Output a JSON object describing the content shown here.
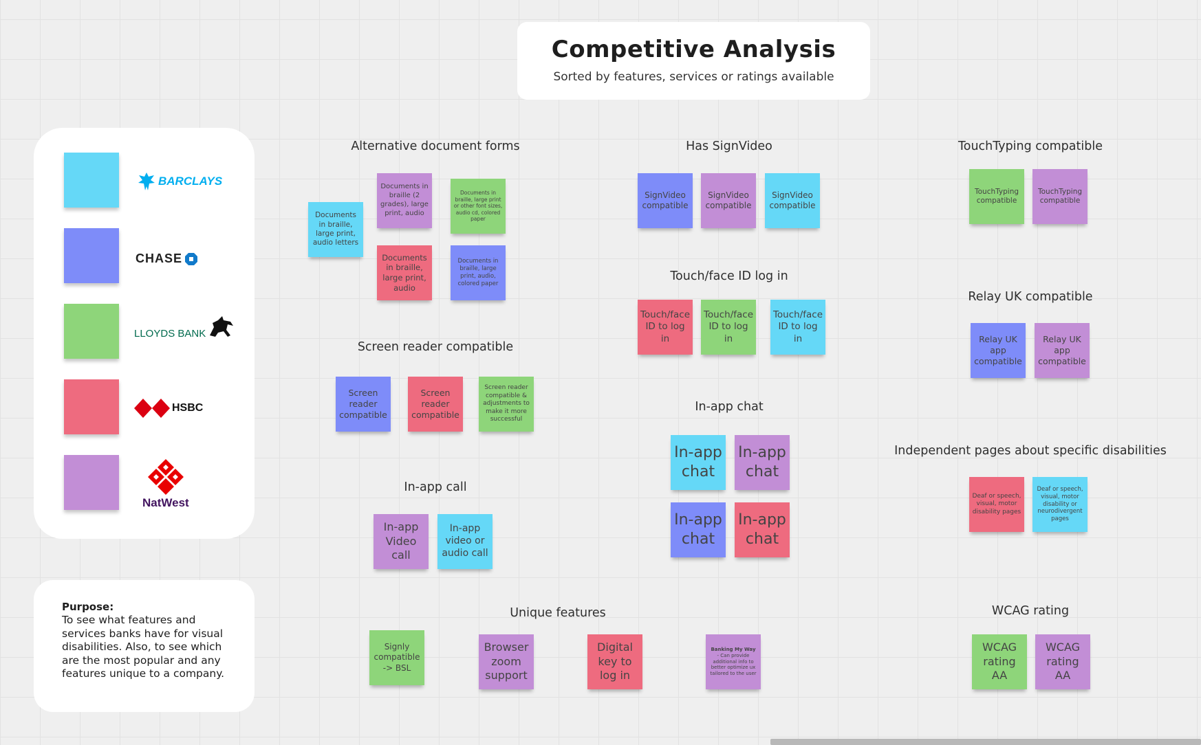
{
  "header": {
    "title": "Competitive Analysis",
    "subtitle": "Sorted by features, services or ratings available"
  },
  "colors": {
    "barclays": "#65d8f7",
    "chase": "#7e8cf9",
    "lloyds": "#8ed57a",
    "hsbc": "#ee6b7f",
    "natwest": "#c28ed6"
  },
  "legend": {
    "barclays": "BARCLAYS",
    "chase": "CHASE",
    "lloyds": "LLOYDS BANK",
    "hsbc": "HSBC",
    "natwest": "NatWest"
  },
  "icons": {
    "barclays": "eagle-icon",
    "chase": "octagon-icon",
    "lloyds": "horse-icon",
    "hsbc": "hexagon-icon",
    "natwest": "cube-icon"
  },
  "purpose": {
    "title": "Purpose:",
    "text": "To see what features and services banks have for visual disabilities. Also, to see which are the most popular and any features unique to a company."
  },
  "sections": {
    "alt_docs": "Alternative document forms",
    "signvideo": "Has SignVideo",
    "touchtyping": "TouchTyping compatible",
    "touchid": "Touch/face ID log in",
    "relay": "Relay UK compatible",
    "screen_reader": "Screen reader compatible",
    "in_app_chat": "In-app chat",
    "independent": "Independent pages about specific disabilities",
    "in_app_call": "In-app call",
    "unique": "Unique features",
    "wcag": "WCAG rating"
  },
  "notes": {
    "alt_barclays": "Documents in braille, large print, audio letters",
    "alt_natwest": "Documents in braille (2 grades), large print, audio",
    "alt_lloyds": "Documents in braille, large print or other font sizes, audio cd, colored paper",
    "alt_hsbc": "Documents in braille, large print, audio",
    "alt_chase": "Documents in braille, large print, audio, colored paper",
    "sv_chase": "SignVideo compatible",
    "sv_natwest": "SignVideo compatible",
    "sv_barclays": "SignVideo compatible",
    "tt_lloyds": "TouchTyping compatible",
    "tt_natwest": "TouchTyping compatible",
    "tid_hsbc": "Touch/face ID to log in",
    "tid_lloyds": "Touch/face ID to log in",
    "tid_barclays": "Touch/face ID to log in",
    "relay_chase": "Relay UK app compatible",
    "relay_natwest": "Relay UK app compatible",
    "sr_chase": "Screen reader compatible",
    "sr_hsbc": "Screen reader compatible",
    "sr_lloyds": "Screen reader compatible & adjustments to make it more successful",
    "chat_barclays": "In-app chat",
    "chat_natwest": "In-app chat",
    "chat_chase": "In-app chat",
    "chat_hsbc": "In-app chat",
    "ind_hsbc": "Deaf or speech, visual, motor disability pages",
    "ind_barclays": "Deaf or speech, visual, motor disability or neurodivergent pages",
    "call_natwest": "In-app Video call",
    "call_barclays": "In-app video or audio call",
    "uniq_lloyds": "Signly compatible -> BSL",
    "uniq_natwest_zoom": "Browser zoom support",
    "uniq_hsbc": "Digital key to log in",
    "uniq_natwest_bmw_title": "Banking My Way",
    "uniq_natwest_bmw_text": "- Can provide additional info to better optimize ux tailored to the user",
    "wcag_lloyds": "WCAG rating AA",
    "wcag_natwest": "WCAG rating AA"
  }
}
